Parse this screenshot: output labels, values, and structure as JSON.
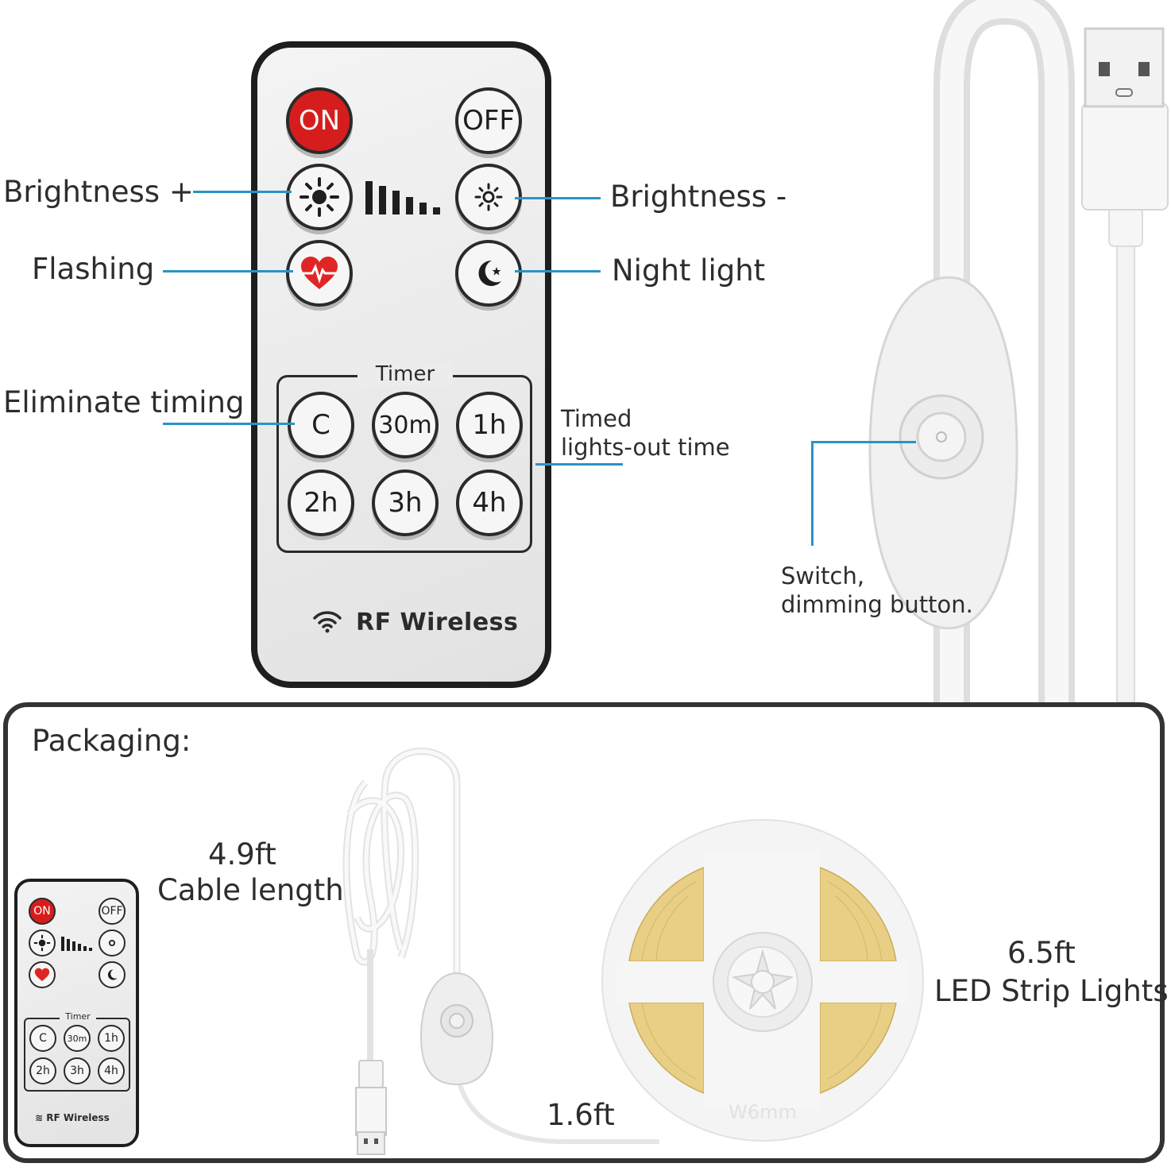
{
  "remote": {
    "on_label": "ON",
    "off_label": "OFF",
    "timer_title": "Timer",
    "timer_buttons": [
      "C",
      "30m",
      "1h",
      "2h",
      "3h",
      "4h"
    ],
    "brand_label": "RF Wireless"
  },
  "callouts": {
    "brightness_plus": "Brightness +",
    "brightness_minus": "Brightness -",
    "flashing": "Flashing",
    "night_light": "Night light",
    "eliminate_timing": "Eliminate timing",
    "timed_line1": "Timed",
    "timed_line2": "lights-out time",
    "switch_line1": "Switch,",
    "switch_line2": "dimming button."
  },
  "packaging": {
    "title": "Packaging:",
    "cable_value": "4.9ft",
    "cable_label": "Cable length",
    "short_cable": "1.6ft",
    "strip_value": "6.5ft",
    "strip_label": "LED Strip Lights",
    "reel_marking": "W6mm"
  },
  "small_remote": {
    "on_label": "ON",
    "off_label": "OFF",
    "timer_title": "Timer",
    "timer_buttons": [
      "C",
      "30m",
      "1h",
      "2h",
      "3h",
      "4h"
    ],
    "brand_label": "RF Wireless"
  },
  "colors": {
    "leader_line": "#2a93c6",
    "on_button": "#d61d1d",
    "led_strip": "#e8cf85",
    "frame": "#333333"
  },
  "icons": [
    "sun-bright-icon",
    "sun-dim-icon",
    "heart-pulse-icon",
    "moon-star-icon",
    "wifi-icon",
    "usb-plug-icon",
    "dimmer-switch-icon"
  ]
}
